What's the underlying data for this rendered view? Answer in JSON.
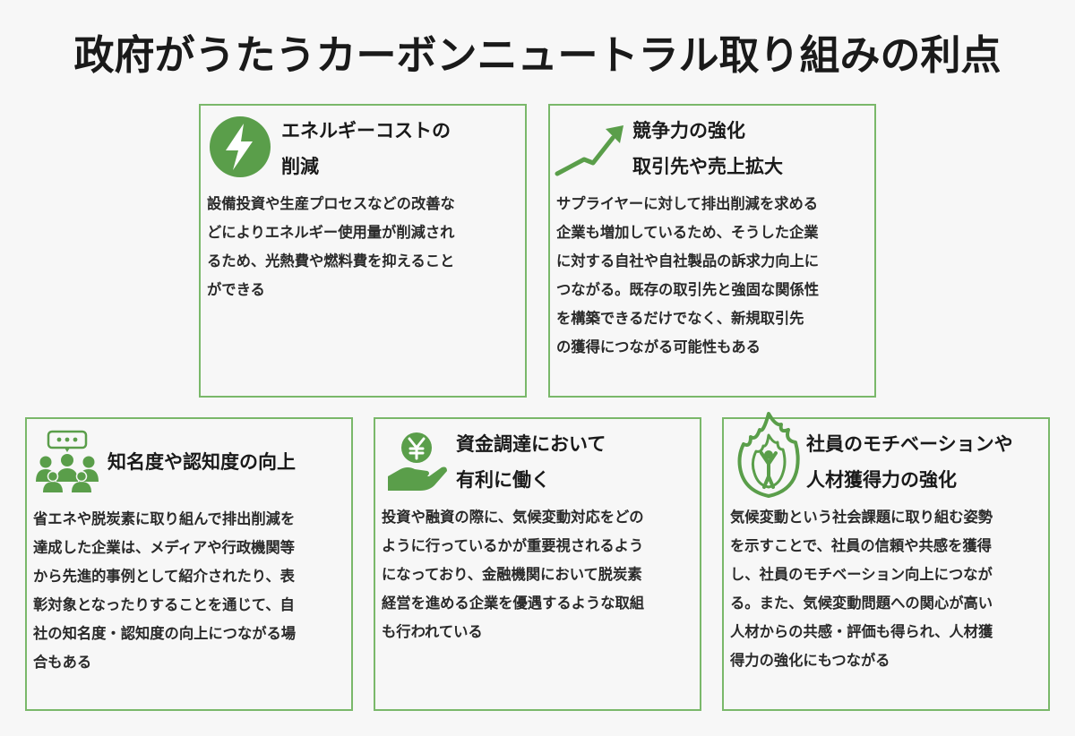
{
  "title": "政府がうたうカーボンニュートラル取り組みの利点",
  "accent_color": "#5a9e4a",
  "cards": [
    {
      "icon": "lightning-icon",
      "heading": [
        "エネルギーコストの",
        "削減"
      ],
      "body": "設備投資や生産プロセスなどの改善な\nどによりエネルギー使用量が削減され\nるため、光熱費や燃料費を抑えること\nができる"
    },
    {
      "icon": "trend-up-arrow-icon",
      "heading": [
        "競争力の強化",
        "取引先や売上拡大"
      ],
      "body": "サプライヤーに対して排出削減を求める\n企業も増加しているため、そうした企業\nに対する自社や自社製品の訴求力向上に\nつながる。既存の取引先と強固な関係性\nを構築できるだけでなく、新規取引先\nの獲得につながる可能性もある"
    },
    {
      "icon": "people-speech-icon",
      "heading": [
        "知名度や認知度の向上"
      ],
      "body": "省エネや脱炭素に取り組んで排出削減を\n達成した企業は、メディアや行政機関等\nから先進的事例として紹介されたり、表\n彰対象となったりすることを通じて、自\n社の知名度・認知度の向上につながる場\n合もある"
    },
    {
      "icon": "yen-hand-icon",
      "heading": [
        "資金調達において",
        "有利に働く"
      ],
      "body": "投資や融資の際に、気候変動対応をどの\nように行っているかが重要視されるよう\nになっており、金融機関において脱炭素\n経営を進める企業を優遇するような取組\nも行われている"
    },
    {
      "icon": "person-flame-icon",
      "heading": [
        "社員のモチベーションや",
        "人材獲得力の強化"
      ],
      "body": "気候変動という社会課題に取り組む姿勢\nを示すことで、社員の信頼や共感を獲得\nし、社員のモチベーション向上につなが\nる。また、気候変動問題への関心が高い\n人材からの共感・評価も得られ、人材獲\n得力の強化にもつながる"
    }
  ]
}
